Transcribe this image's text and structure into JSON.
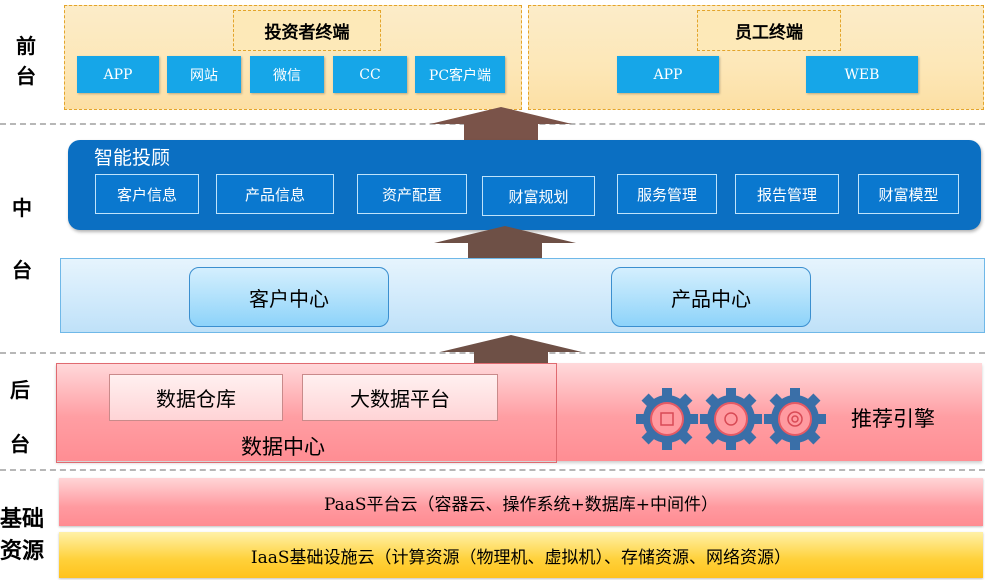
{
  "layers": {
    "front": "前\n台",
    "middle_top": "中",
    "middle_bottom": "台",
    "back_top": "后",
    "back_bottom": "台",
    "infra_top": "基础",
    "infra_bottom": "资源"
  },
  "front": {
    "investor": {
      "title": "投资者终端",
      "buttons": [
        "APP",
        "网站",
        "微信",
        "CC",
        "PC客户端"
      ]
    },
    "employee": {
      "title": "员工终端",
      "buttons": [
        "APP",
        "WEB"
      ]
    }
  },
  "middle": {
    "ai_title": "智能投顾",
    "ai_items": [
      "客户信息",
      "产品信息",
      "资产配置",
      "财富规划",
      "服务管理",
      "报告管理",
      "财富模型"
    ],
    "centers": [
      "客户中心",
      "产品中心"
    ]
  },
  "back": {
    "boxes": [
      "数据仓库",
      "大数据平台"
    ],
    "data_center": "数据中心",
    "engine": "推荐引擎"
  },
  "infra": {
    "paas": "PaaS平台云（容器云、操作系统+数据库+中间件）",
    "iaas": "IaaS基础设施云（计算资源（物理机、虚拟机）、存储资源、网络资源）"
  },
  "colors": {
    "blue_button": "#16a6e8",
    "ai_panel": "#0b6fc2",
    "arrow": "#7a5349",
    "gear": "#3a6fa8"
  }
}
